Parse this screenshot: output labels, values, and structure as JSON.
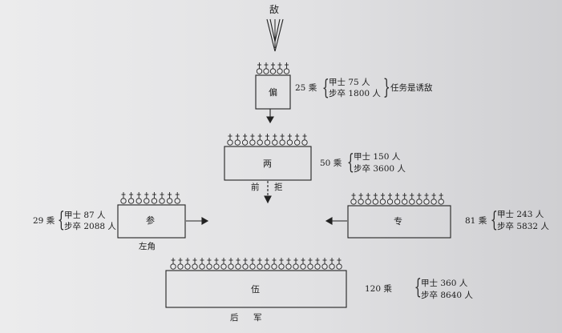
{
  "enemy": {
    "label": "敌"
  },
  "units": [
    {
      "id": "pian",
      "name": "偏",
      "chariots": "25 乘",
      "armored": "甲士 75 人",
      "infantry": "步卒 1800 人",
      "note": "任务是诱敌"
    },
    {
      "id": "liang",
      "name": "两",
      "chariots": "50 乘",
      "armored": "甲士 150 人",
      "infantry": "步卒 3600 人",
      "caption_left": "前",
      "caption_right": "拒"
    },
    {
      "id": "can",
      "name": "参",
      "chariots": "29 乘",
      "armored": "甲士 87 人",
      "infantry": "步卒 2088 人",
      "caption": "左角"
    },
    {
      "id": "zhuan",
      "name": "专",
      "chariots": "81 乘",
      "armored": "甲士 243 人",
      "infantry": "步卒 5832 人"
    },
    {
      "id": "wu",
      "name": "伍",
      "chariots": "120 乘",
      "armored": "甲士 360 人",
      "infantry": "步卒 8640 人",
      "caption_left": "后",
      "caption_right": "军"
    }
  ]
}
